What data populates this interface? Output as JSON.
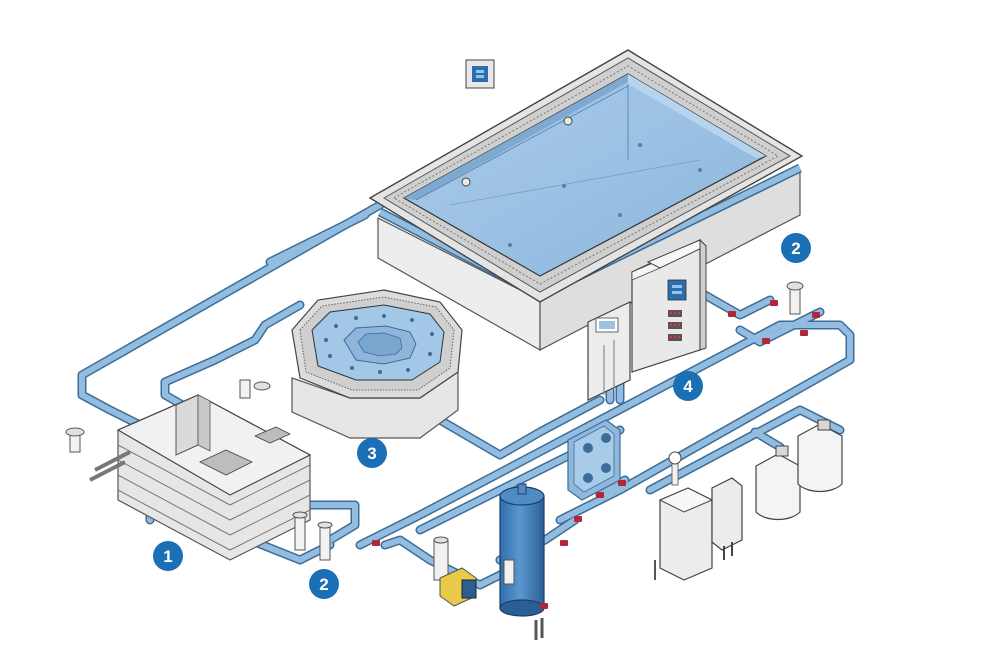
{
  "colors": {
    "pipe": "#8fb8dc",
    "pipe_edge": "#3d6d96",
    "water": "#9cc2e3",
    "badge": "#1a6fb5",
    "valve": "#b0273a",
    "outline": "#444444",
    "surface": "#ececec",
    "shadow": "#d3d3d3"
  },
  "labels": [
    {
      "id": "label-1",
      "text": "1"
    },
    {
      "id": "label-2a",
      "text": "2"
    },
    {
      "id": "label-2b",
      "text": "2"
    },
    {
      "id": "label-3",
      "text": "3"
    },
    {
      "id": "label-4",
      "text": "4"
    }
  ]
}
